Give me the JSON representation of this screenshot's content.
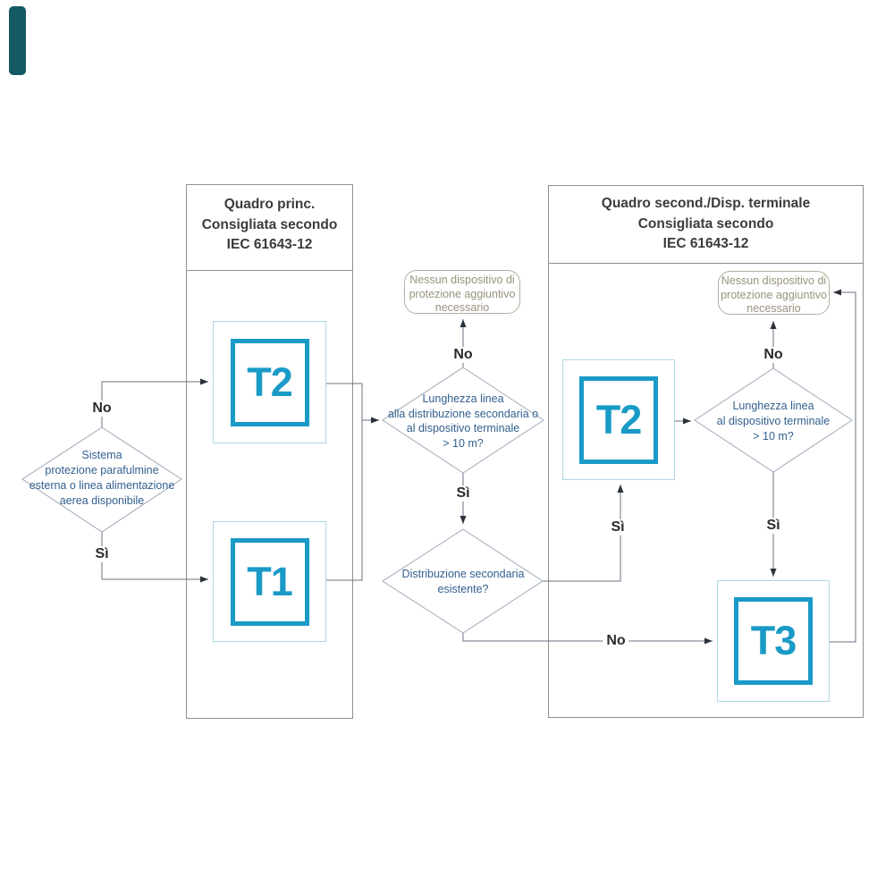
{
  "colors": {
    "device_teal": "#1a9ac6",
    "device_outer_border": "#aed7e6",
    "diamond_border": "#9fa9b8",
    "diamond_text": "#33608f",
    "connector_line": "#6a7280",
    "arrowhead": "#2b3138",
    "panel_border": "#8f8f8f",
    "header_text": "#3b3b3b",
    "outcome_border": "#b5afa0",
    "outcome_text": "#98927e",
    "label_text": "#2b2b2b",
    "brand_mark": "#135a63"
  },
  "panels": {
    "main": {
      "title_lines": [
        "Quadro princ.",
        "Consigliata secondo",
        "IEC 61643-12"
      ]
    },
    "secondary": {
      "title_lines": [
        "Quadro second./Disp. terminale",
        "Consigliata secondo",
        "IEC 61643-12"
      ]
    }
  },
  "decisions": {
    "start": {
      "lines": [
        "Sistema",
        "protezione parafulmine",
        "esterna o linea alimentazione",
        "aerea disponibile"
      ]
    },
    "line_length_mid": {
      "lines": [
        "Lunghezza linea",
        "alla distribuzione secondaria o",
        "al dispositivo terminale",
        "> 10 m?"
      ]
    },
    "secondary_dist": {
      "lines": [
        "Distribuzione secondaria",
        "esistente?"
      ]
    },
    "line_length_right": {
      "lines": [
        "Lunghezza linea",
        "al dispositivo terminale",
        "> 10 m?"
      ]
    }
  },
  "outcomes": {
    "mid": {
      "lines": [
        "Nessun dispositivo di",
        "protezione aggiuntivo",
        "necessario"
      ]
    },
    "right": {
      "lines": [
        "Nessun dispositivo di",
        "protezione aggiuntivo",
        "necessario"
      ]
    }
  },
  "devices": {
    "t2_main": "T2",
    "t1_main": "T1",
    "t2_secondary": "T2",
    "t3_terminal": "T3"
  },
  "labels": {
    "start_no": "No",
    "start_yes": "Sì",
    "mid_no": "No",
    "mid_yes": "Sì",
    "secondary_yes": "Sì",
    "secondary_no": "No",
    "right_no": "No",
    "right_yes": "Sì"
  }
}
